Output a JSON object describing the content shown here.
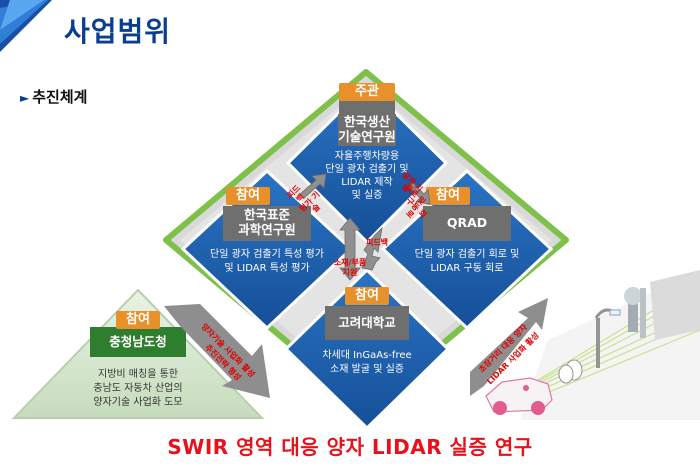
{
  "header": {
    "title": "사업범위",
    "section": "추진체계"
  },
  "colors": {
    "blue": "#1a5fb0",
    "grey_band": "#6f6f6f",
    "orange": "#e8902a",
    "green": "#2f7d2e",
    "red": "#e8101a",
    "diamond_fill": "#d9d9d9",
    "diamond_border": "#7fc04a"
  },
  "boxes": {
    "top": {
      "tag": "주관",
      "org_line1": "한국생산",
      "org_line2": "기술연구원",
      "desc1": "자율주행차량용",
      "desc2": "단일 광자 검출기 및",
      "desc3": "LIDAR 제작",
      "desc4": "및 실증"
    },
    "left": {
      "tag": "참여",
      "org_line1": "한국표준",
      "org_line2": "과학연구원",
      "desc1": "단일 광자 검출기 특성 평가",
      "desc2": "및 LIDAR 특성 평가"
    },
    "right": {
      "tag": "참여",
      "org_line1": "QRAD",
      "desc1": "단일 광자 검출기 회로 및",
      "desc2": "LIDAR 구동 회로"
    },
    "bottom": {
      "tag": "참여",
      "org_line1": "고려대학교",
      "desc1": "차세대 InGaAs-free",
      "desc2": "소재 발굴 및 실증"
    }
  },
  "province": {
    "tag": "참여",
    "name": "충청남도청",
    "desc1": "지방비 매칭을 통한",
    "desc2": "충남도 자동차 산업의",
    "desc3": "양자기술 사업화 도모"
  },
  "labels": {
    "feedback_a": "피드백",
    "eval_tech": "평가 기술",
    "design_tech": "설계 기술",
    "circuit_a": "회로 및",
    "drive_circuit": "구동 회로",
    "feedback_b": "피드백",
    "material_parts": "소재/부품",
    "support": "지원",
    "quantum_a": "양자기술 사업화 활성",
    "quantum_b": "추진전략 형성",
    "car_a": "초장거리 대응 양자",
    "car_b": "LIDAR 사업화 활성"
  },
  "footer": {
    "title": "SWIR 영역 대응 양자 LIDAR 실증 연구"
  }
}
